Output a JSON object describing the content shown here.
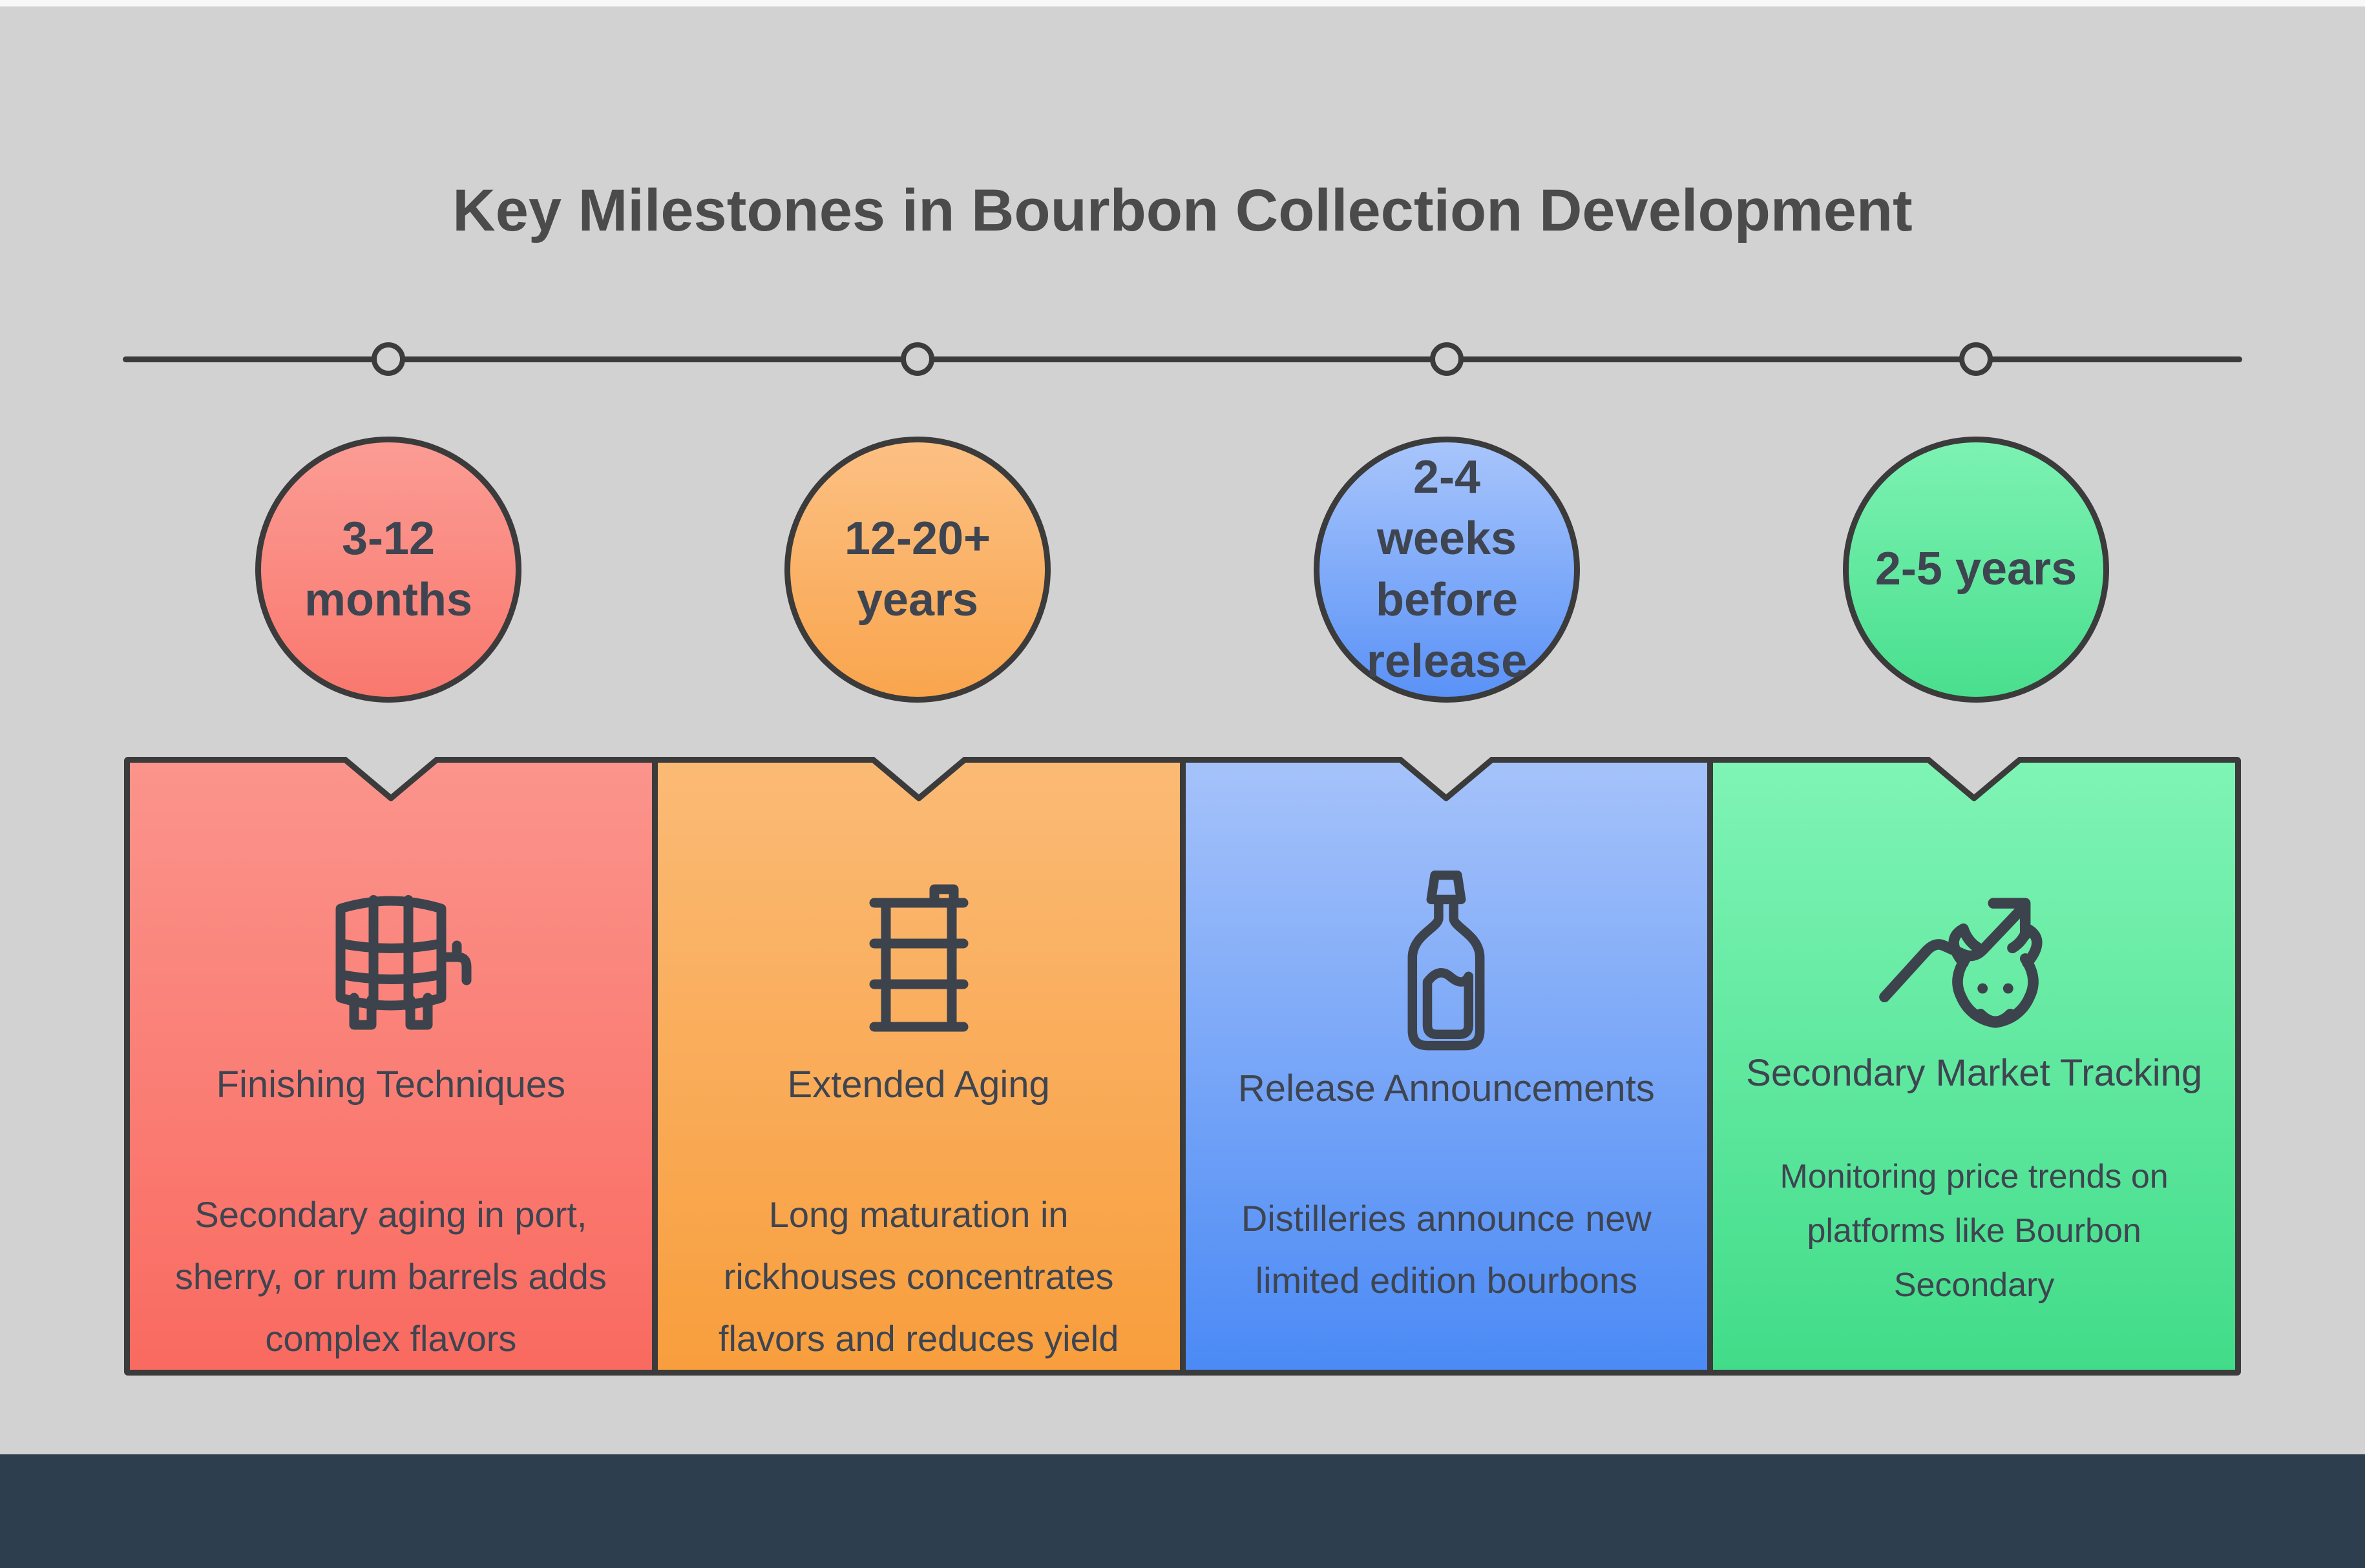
{
  "title": "Key Milestones in Bourbon Collection Development",
  "theme": {
    "background": "#d2d2d2",
    "top_strip": "#f8f8f8",
    "footer_bar": "#2d3e4e",
    "outline": "#3b3b3b",
    "text_dark": "#3e4550",
    "title_color": "#4b4b4b"
  },
  "timeline": {
    "node_count": 4
  },
  "milestones": [
    {
      "duration": "3-12 months",
      "heading": "Finishing Techniques",
      "description": "Secondary aging in port, sherry, or rum barrels adds complex flavors",
      "icon": "barrel-cask-icon",
      "circle_gradient_top": "#fb9c94",
      "circle_gradient_bottom": "#f9786e",
      "card_gradient_top": "#fb948c",
      "card_gradient_bottom": "#f96a60"
    },
    {
      "duration": "12-20+ years",
      "heading": "Extended Aging",
      "description": "Long maturation in rickhouses concentrates flavors and reduces yield",
      "icon": "drum-barrel-icon",
      "circle_gradient_top": "#fcc083",
      "circle_gradient_bottom": "#f9a54d",
      "card_gradient_top": "#fbba75",
      "card_gradient_bottom": "#f89e3d"
    },
    {
      "duration": "2-4 weeks before release",
      "heading": "Release Announcements",
      "description": "Distilleries announce new limited edition bourbons",
      "icon": "bottle-icon",
      "circle_gradient_top": "#a8c5fb",
      "circle_gradient_bottom": "#5a92f7",
      "card_gradient_top": "#a5c2fa",
      "card_gradient_bottom": "#4b8af5"
    },
    {
      "duration": "2-5 years",
      "heading": "Secondary Market Tracking",
      "description": "Monitoring price trends on platforms like Bourbon Secondary",
      "icon": "bull-market-icon",
      "circle_gradient_top": "#7cf2b2",
      "circle_gradient_bottom": "#49df8e",
      "card_gradient_top": "#7ff4b5",
      "card_gradient_bottom": "#41dc89"
    }
  ]
}
